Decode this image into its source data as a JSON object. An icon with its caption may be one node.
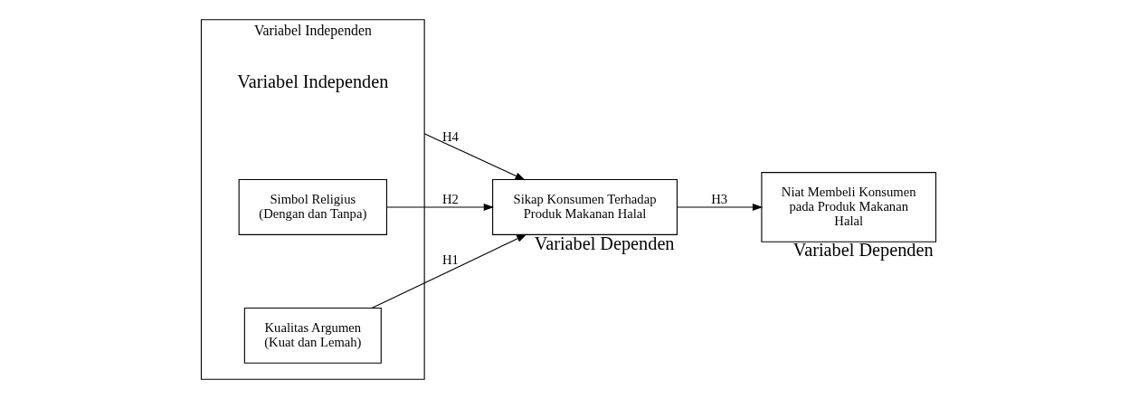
{
  "diagram": {
    "nodes": [
      {
        "text": [
          "Variabel Independen",
          "Variabel Independen"
        ]
      },
      {
        "text": [
          "Kualitas Argumen (Kuat dan Lemah)"
        ],
        "in": 0
      },
      {
        "text": [
          "Simbol Religius (Dengan dan Tanpa)"
        ],
        "in": 0
      },
      {
        "text": [
          "Sikap Konsumen Terhadap Produk Makanan Halal"
        ],
        "beside": [
          "Variabel Dependen"
        ]
      },
      {
        "text": [
          "Niat Membeli Konsumen pada Produk Makanan Halal"
        ],
        "beside": [
          "Variabel Dependen"
        ]
      }
    ],
    "edges": [
      {
        "from": 0,
        "to": 3,
        "arrow": "to",
        "label": "H4"
      },
      {
        "from": 1,
        "to": 3,
        "arrow": "to",
        "label": "H1"
      },
      {
        "from": 2,
        "to": 3,
        "arrow": "to",
        "label": "H2"
      },
      {
        "from": 3,
        "to": 4,
        "arrow": "to",
        "label": "H3"
      }
    ]
  }
}
